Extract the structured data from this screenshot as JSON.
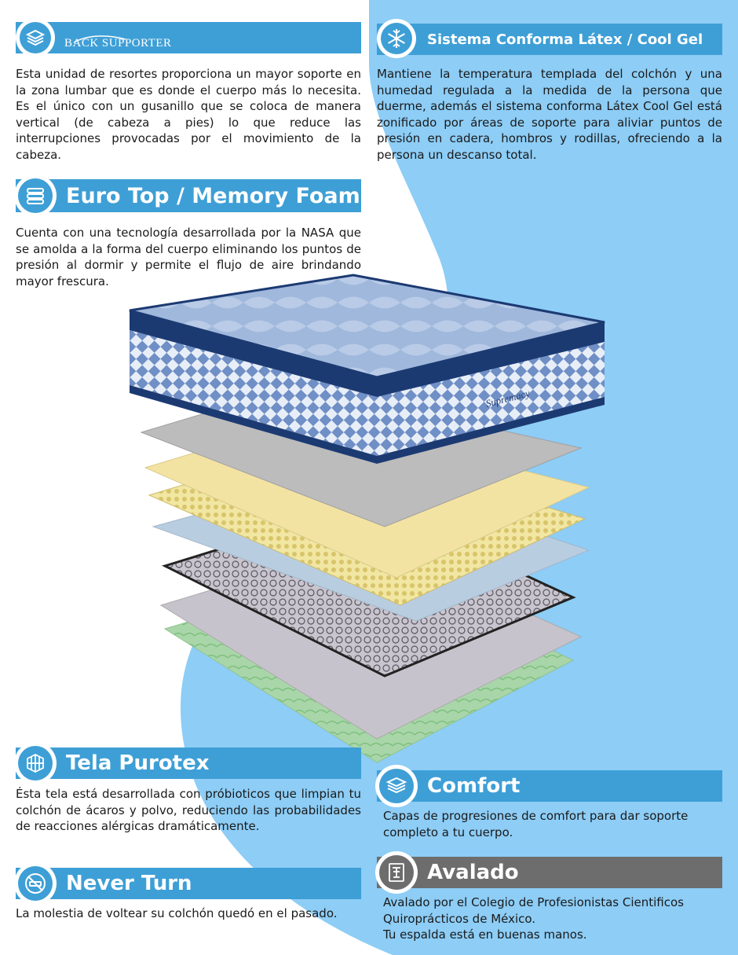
{
  "sections": {
    "back_supporter": {
      "brand_line1": "Back",
      "brand_line2": "Supporter",
      "brand_mark": "BACK SUPPORTER",
      "text": "Esta unidad de resortes proporciona un mayor soporte en la zona lumbar que es donde el cuerpo más lo necesita. Es el único con un gusanillo que se coloca de manera vertical (de cabeza a pies) lo que reduce las interrupciones provocadas por el movimiento de la cabeza."
    },
    "sistema": {
      "title": "Sistema Conforma Látex / Cool Gel",
      "text": "Mantiene la temperatura templada del colchón y una humedad regulada a la medida de la persona que duerme, además el sistema conforma Látex Cool Gel está zonificado por áreas de soporte para aliviar puntos de presión en cadera, hombros y rodillas, ofreciendo a la persona un descanso total."
    },
    "euro_top": {
      "title": "Euro Top / Memory Foam",
      "text": "Cuenta con una tecnología desarrollada por la NASA que se amolda a la forma del cuerpo eliminando los puntos de presión al dormir y permite el flujo de aire brindando mayor frescura."
    },
    "tela": {
      "title": "Tela Purotex",
      "text": "Ésta tela está desarrollada con próbioticos que limpian tu colchón de ácaros y polvo, reduciendo las probabilidades de reacciones alérgicas dramáticamente."
    },
    "never_turn": {
      "title": "Never Turn",
      "text": "La molestia de voltear su colchón quedó en el pasado."
    },
    "comfort": {
      "title": "Comfort",
      "text": "Capas de progresiones de comfort para dar soporte completo a tu cuerpo."
    },
    "avalado": {
      "title": "Avalado",
      "text_line1": "Avalado por el Colegio de Profesionistas Cientificos Quiroprácticos de México.",
      "text_line2": "Tu espalda está en buenas manos."
    }
  },
  "mattress_label": "Supremacy",
  "colors": {
    "header_blue": "#3e9fd6",
    "header_gray": "#6d6d6d",
    "background_blue": "#8dcdf6",
    "mattress_navy": "#1c3a72"
  },
  "icons": [
    "layers-icon",
    "snowflake-icon",
    "memory-foam-icon",
    "fabric-icon",
    "never-turn-icon",
    "comfort-icon",
    "certificate-icon"
  ]
}
